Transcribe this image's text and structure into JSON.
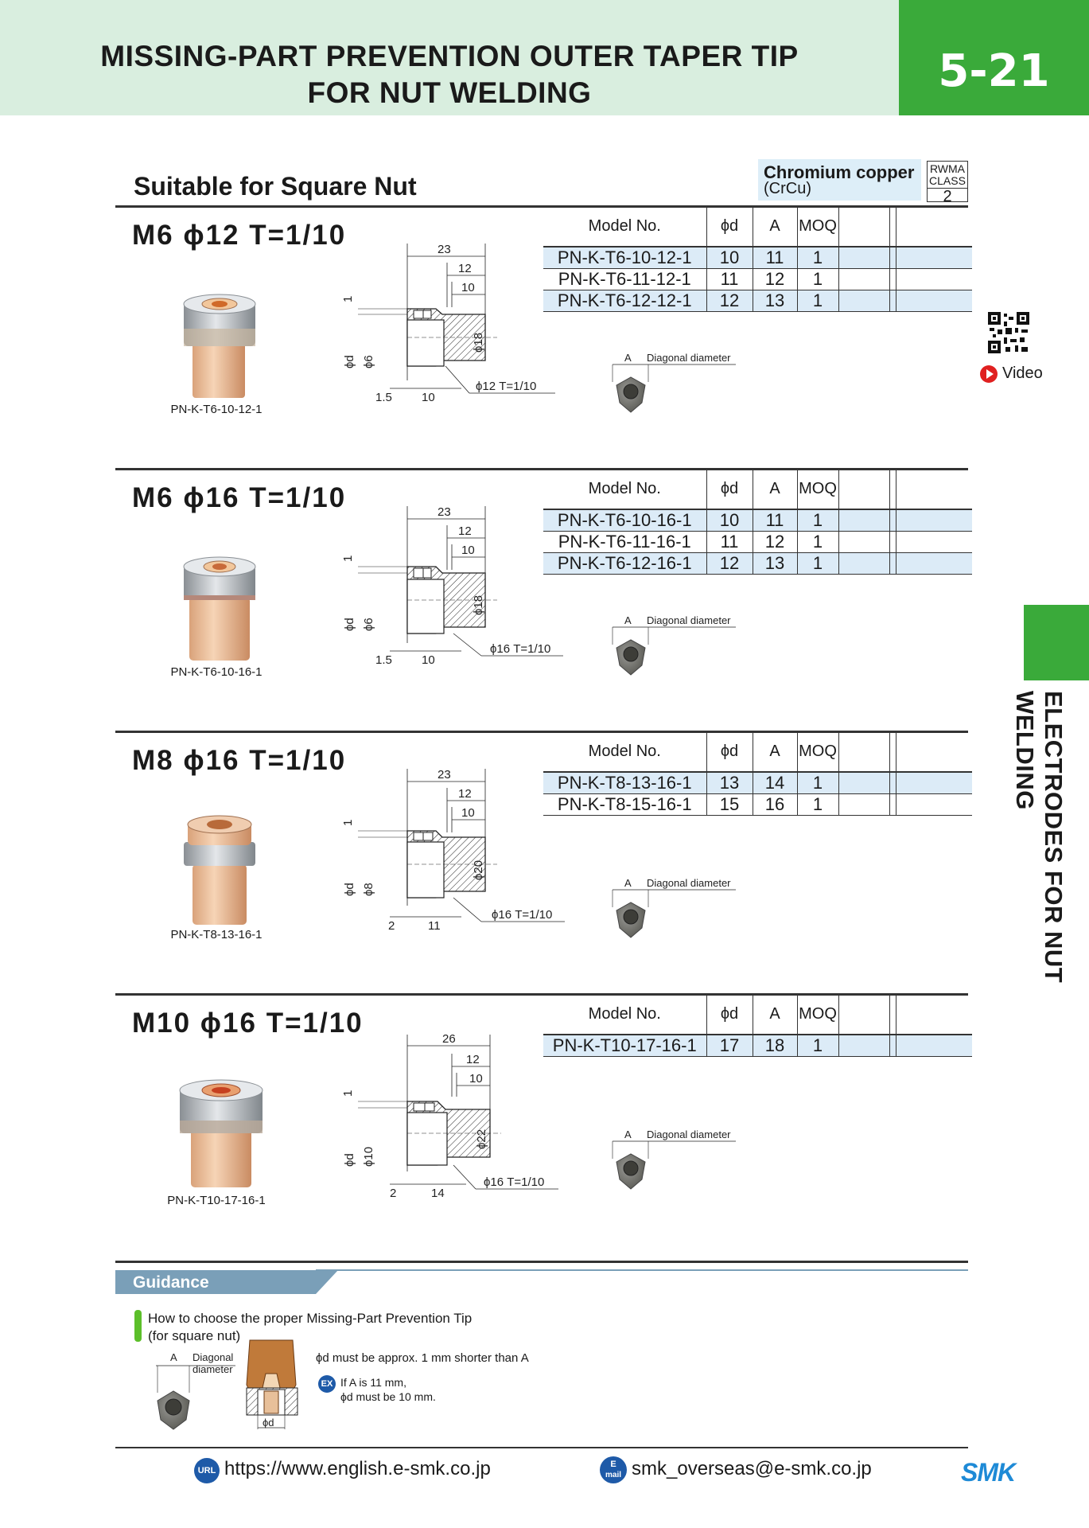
{
  "header": {
    "title_line1": "MISSING-PART PREVENTION OUTER TAPER TIP",
    "title_line2": "FOR NUT WELDING",
    "page": "5-21"
  },
  "material": {
    "name": "Chromium copper",
    "abbr": "(CrCu)",
    "rwma_line1": "RWMA",
    "rwma_line2": "CLASS",
    "rwma_class": "2"
  },
  "suitable": "Suitable for Square Nut",
  "video": "Video",
  "side_tab": "ELECTRODES FOR NUT WELDING",
  "table_headers": {
    "model": "Model No.",
    "d": "ϕd",
    "a": "A",
    "moq": "MOQ"
  },
  "nut_labels": {
    "a": "A",
    "diag": "Diagonal diameter"
  },
  "sections": [
    {
      "title": "M6  ϕ12  T=1/10",
      "caption": "PN-K-T6-10-12-1",
      "rows": [
        {
          "model": "PN-K-T6-10-12-1",
          "d": "10",
          "a": "11",
          "moq": "1"
        },
        {
          "model": "PN-K-T6-11-12-1",
          "d": "11",
          "a": "12",
          "moq": "1"
        },
        {
          "model": "PN-K-T6-12-12-1",
          "d": "12",
          "a": "13",
          "moq": "1"
        }
      ],
      "dims": {
        "total": "23",
        "mid": "12",
        "inner": "10",
        "top": "1",
        "d": "ϕd",
        "d2": "ϕ6",
        "od": "ϕ18",
        "bottom_a": "1.5",
        "bottom_b": "10",
        "taper": "ϕ12 T=1/10"
      }
    },
    {
      "title": "M6  ϕ16  T=1/10",
      "caption": "PN-K-T6-10-16-1",
      "rows": [
        {
          "model": "PN-K-T6-10-16-1",
          "d": "10",
          "a": "11",
          "moq": "1"
        },
        {
          "model": "PN-K-T6-11-16-1",
          "d": "11",
          "a": "12",
          "moq": "1"
        },
        {
          "model": "PN-K-T6-12-16-1",
          "d": "12",
          "a": "13",
          "moq": "1"
        }
      ],
      "dims": {
        "total": "23",
        "mid": "12",
        "inner": "10",
        "top": "1",
        "d": "ϕd",
        "d2": "ϕ6",
        "od": "ϕ18",
        "bottom_a": "1.5",
        "bottom_b": "10",
        "taper": "ϕ16 T=1/10"
      }
    },
    {
      "title": "M8  ϕ16  T=1/10",
      "caption": "PN-K-T8-13-16-1",
      "rows": [
        {
          "model": "PN-K-T8-13-16-1",
          "d": "13",
          "a": "14",
          "moq": "1"
        },
        {
          "model": "PN-K-T8-15-16-1",
          "d": "15",
          "a": "16",
          "moq": "1"
        }
      ],
      "dims": {
        "total": "23",
        "mid": "12",
        "inner": "10",
        "top": "1",
        "d": "ϕd",
        "d2": "ϕ8",
        "od": "ϕ20",
        "bottom_a": "2",
        "bottom_b": "11",
        "taper": "ϕ16 T=1/10"
      }
    },
    {
      "title": "M10  ϕ16  T=1/10",
      "caption": "PN-K-T10-17-16-1",
      "rows": [
        {
          "model": "PN-K-T10-17-16-1",
          "d": "17",
          "a": "18",
          "moq": "1"
        }
      ],
      "dims": {
        "total": "26",
        "mid": "12",
        "inner": "10",
        "top": "1",
        "d": "ϕd",
        "d2": "ϕ10",
        "od": "ϕ22",
        "bottom_a": "2",
        "bottom_b": "14",
        "taper": "ϕ16 T=1/10"
      }
    }
  ],
  "guidance": {
    "heading": "Guidance",
    "line1": "How to choose the proper Missing-Part Prevention Tip",
    "line2": "(for square nut)",
    "a": "A",
    "diag1": "Diagonal",
    "diag2": "diameter",
    "phi_d": "ϕd",
    "note1": "ϕd must be approx. 1 mm shorter than A",
    "ex": "EX",
    "ex_line1": "If A is 11 mm,",
    "ex_line2": "ϕd must be 10 mm."
  },
  "footer": {
    "url_icon": "URL",
    "url": "https://www.english.e-smk.co.jp",
    "mail_icon_1": "E",
    "mail_icon_2": "mail",
    "email": "smk_overseas@e-smk.co.jp",
    "logo": "SMK"
  },
  "colors": {
    "header_band": "#d9eedf",
    "green": "#3aaa3a",
    "row_blue": "#dcebf7",
    "material_blue": "#ddeef8",
    "guidance_bar": "#7a9fb8",
    "link_blue": "#1e5aa8"
  }
}
